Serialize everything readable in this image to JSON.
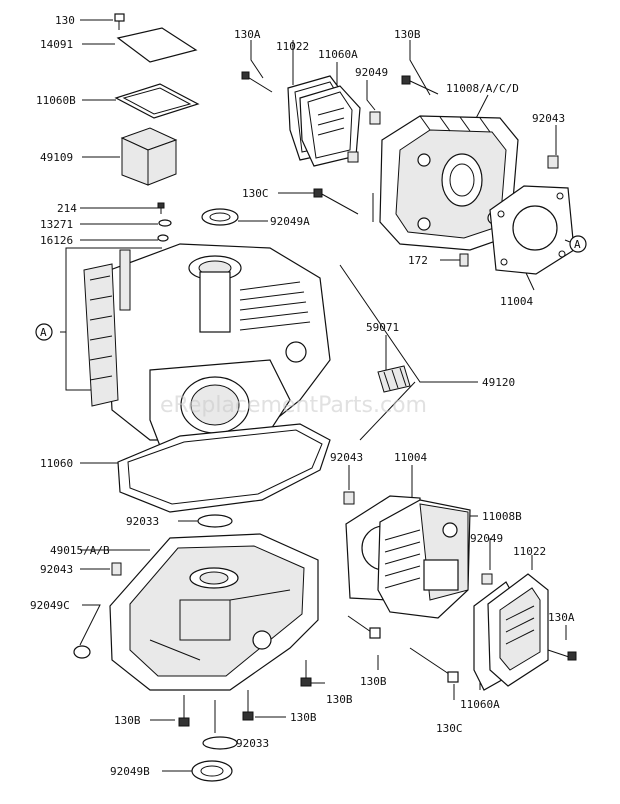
{
  "watermark": "eReplacementParts.com",
  "labels": {
    "p130": "130",
    "p14091": "14091",
    "p11060b": "11060B",
    "p49109": "49109",
    "p214": "214",
    "p13271": "13271",
    "p16126": "16126",
    "p92049a": "92049A",
    "p130a_top": "130A",
    "p11022_top": "11022",
    "p11060a_top": "11060A",
    "p130b_top": "130B",
    "p92049_top": "92049",
    "p11008": "11008/A/C/D",
    "p92043_top": "92043",
    "p130c_top": "130C",
    "p172": "172",
    "p11004_top": "11004",
    "pA_left": "A",
    "pA_right": "A",
    "p59071": "59071",
    "p49120": "49120",
    "p11060": "11060",
    "p92043_mid": "92043",
    "p11004_mid": "11004",
    "p11008b": "11008B",
    "p92033_top": "92033",
    "p49015": "49015/A/B",
    "p92043_left": "92043",
    "p92049_mid": "92049",
    "p11022_mid": "11022",
    "p92049c": "92049C",
    "p130a_mid": "130A",
    "p130b_right": "130B",
    "p130b_mid": "130B",
    "p130b_left": "130B",
    "p130b_center": "130B",
    "p130c_mid": "130C",
    "p11060a_mid": "11060A",
    "p92033_bottom": "92033",
    "p92049b": "92049B"
  }
}
